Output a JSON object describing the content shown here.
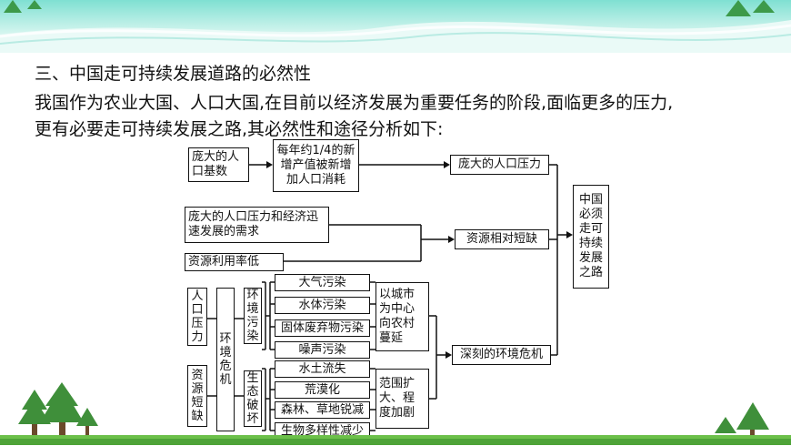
{
  "heading": "三、中国走可持续发展道路的必然性",
  "paragraph_lines": [
    "我国作为农业大国、人口大国,在目前以经济发展为重要任务的阶段,面临更多的压力,",
    "更有必要走可持续发展之路,其必然性和途径分析如下:"
  ],
  "diagram": {
    "base_population": "庞大的人口基数",
    "new_consumption": "每年约1/4的新增产值被新增加人口消耗",
    "pop_pressure": "庞大的人口压力",
    "pressure_and_demand": "庞大的人口压力和经济迅速发展的需求",
    "low_utilization": "资源利用率低",
    "resource_shortage": "资源相对短缺",
    "conclusion": "中国必须走可持续发展之路",
    "population_pressure_v": "人口压力",
    "resource_shortage_v": "资源短缺",
    "env_crisis_v": "环境危机",
    "env_pollution_v": "环境污染",
    "eco_damage_v": "生态破坏",
    "pollution_items": [
      "大气污染",
      "水体污染",
      "固体废弃物污染",
      "噪声污染"
    ],
    "damage_items": [
      "水土流失",
      "荒漠化",
      "森林、草地锐减",
      "生物多样性减少"
    ],
    "urban_spread": "以城市为中心向农村蔓延",
    "range_expand": "范围扩大、程度加剧",
    "env_crisis": "深刻的环境危机"
  }
}
